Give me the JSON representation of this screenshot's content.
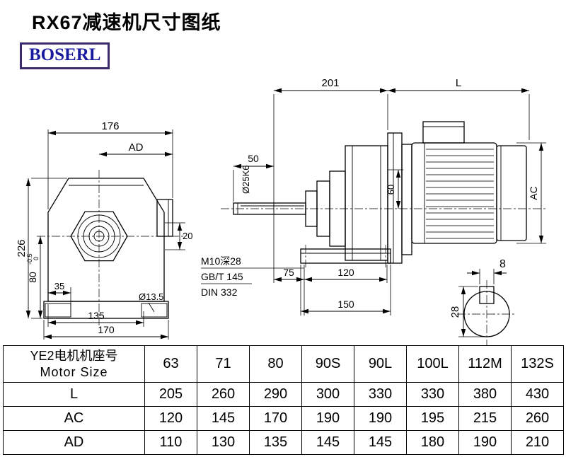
{
  "page": {
    "title": "RX67减速机尺寸图纸",
    "logo": "BOSERL"
  },
  "colors": {
    "line": "#000000",
    "logo_text": "#1a1a9e",
    "logo_border": "#3b2a70",
    "background": "#ffffff"
  },
  "front_view": {
    "dim_176": "176",
    "dim_ad": "AD",
    "dim_226": "226",
    "dim_80": "80",
    "dim_80_tol_upper": "0",
    "dim_80_tol_lower": "-0.5",
    "dim_20": "20",
    "dim_35": "35",
    "dim_135": "135",
    "dim_170": "170",
    "dim_dia": "Ø13.5"
  },
  "side_view": {
    "dim_201": "201",
    "dim_l": "L",
    "dim_50": "50",
    "dim_shaft": "Ø25K6",
    "dim_60": "60",
    "dim_ac": "AC",
    "note_m10": "M10深28",
    "note_gbt": "GB/T 145",
    "note_din": "DIN 332",
    "dim_75": "75",
    "dim_120": "120",
    "dim_150": "150"
  },
  "shaft_view": {
    "dim_8": "8",
    "dim_28": "28"
  },
  "table": {
    "header_cn": "YE2电机机座号",
    "header_en": "Motor Size",
    "sizes": [
      "63",
      "71",
      "80",
      "90S",
      "90L",
      "100L",
      "112M",
      "132S"
    ],
    "rows": [
      {
        "label": "L",
        "values": [
          "205",
          "260",
          "290",
          "300",
          "330",
          "330",
          "380",
          "430"
        ]
      },
      {
        "label": "AC",
        "values": [
          "120",
          "145",
          "170",
          "190",
          "190",
          "195",
          "215",
          "260"
        ]
      },
      {
        "label": "AD",
        "values": [
          "110",
          "130",
          "135",
          "145",
          "145",
          "180",
          "190",
          "210"
        ]
      }
    ]
  }
}
